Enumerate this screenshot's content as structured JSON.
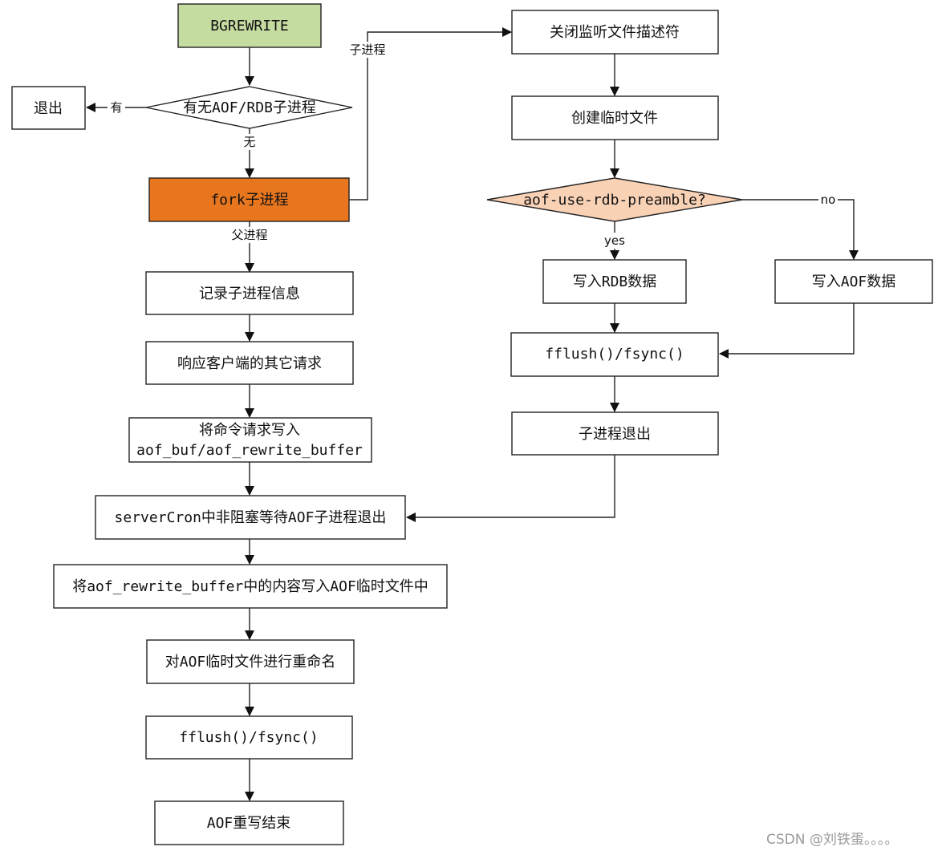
{
  "nodes": {
    "bgrewrite": "BGREWRITE",
    "has_child": "有无AOF/RDB子进程",
    "exit": "退出",
    "fork": "fork子进程",
    "record_info": "记录子进程信息",
    "respond": "响应客户端的其它请求",
    "write_cmd_1": "将命令请求写入",
    "write_cmd_2": "aof_buf/aof_rewrite_buffer",
    "servercron": "serverCron中非阻塞等待AOF子进程退出",
    "write_buffer": "将aof_rewrite_buffer中的内容写入AOF临时文件中",
    "rename": "对AOF临时文件进行重命名",
    "fflush_left": "fflush()/fsync()",
    "end": "AOF重写结束",
    "close_fd": "关闭监听文件描述符",
    "create_tmp": "创建临时文件",
    "preamble": "aof-use-rdb-preamble?",
    "write_rdb": "写入RDB数据",
    "write_aof": "写入AOF数据",
    "fflush_right": "fflush()/fsync()",
    "child_exit": "子进程退出"
  },
  "edge_labels": {
    "yes_child": "有",
    "no_child": "无",
    "child_process": "子进程",
    "parent_process": "父进程",
    "yes": "yes",
    "no": "no"
  },
  "watermark": "CSDN @刘铁蛋。。。。"
}
